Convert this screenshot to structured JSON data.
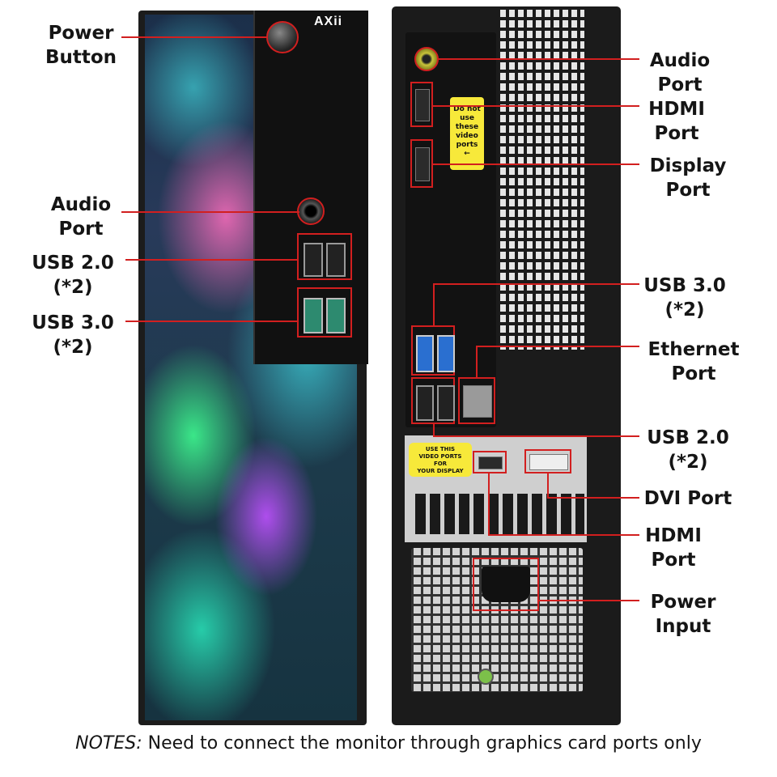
{
  "brand": "AXii",
  "front_labels": {
    "power_button": [
      "Power",
      "Button"
    ],
    "audio_port": [
      "Audio",
      "Port"
    ],
    "usb2": [
      "USB 2.0",
      "(*2)"
    ],
    "usb3": [
      "USB 3.0",
      "(*2)"
    ]
  },
  "rear_labels": {
    "audio_port": [
      "Audio",
      "Port"
    ],
    "hdmi_port": [
      "HDMI",
      "Port"
    ],
    "display_port": [
      "Display",
      "Port"
    ],
    "usb3": [
      "USB 3.0",
      "(*2)"
    ],
    "ethernet_port": [
      "Ethernet",
      "Port"
    ],
    "usb2": [
      "USB 2.0",
      "(*2)"
    ],
    "dvi_port": "DVI Port",
    "hdmi_card": [
      "HDMI",
      "Port"
    ],
    "power_input": [
      "Power",
      "Input"
    ]
  },
  "stickers": {
    "do_not_use": [
      "Do not",
      "use",
      "these",
      "video",
      "ports",
      "←"
    ],
    "use_this": [
      "USE THIS",
      "VIDEO PORTS",
      "FOR",
      "YOUR DISPLAY"
    ]
  },
  "note": {
    "prefix": "NOTES:",
    "text": "Need to connect the monitor through graphics card ports only"
  },
  "colors": {
    "callout": "#d21f1f",
    "sticker": "#f7e93a"
  }
}
